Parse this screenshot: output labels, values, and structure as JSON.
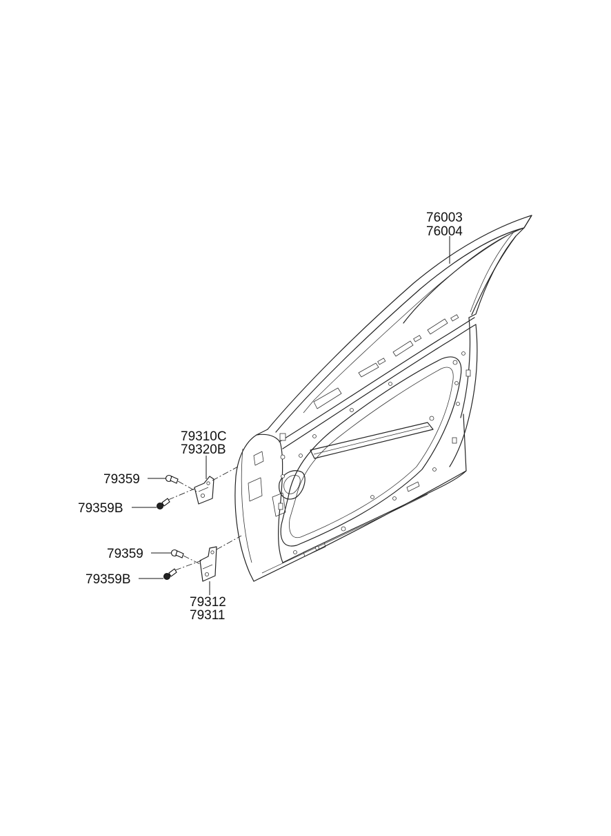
{
  "parts": {
    "door_panel": {
      "number_1": "76003",
      "number_2": "76004"
    },
    "upper_hinge": {
      "number_1": "79310C",
      "number_2": "79320B"
    },
    "lower_hinge": {
      "number_1": "79312",
      "number_2": "79311"
    },
    "upper_bolt_a": {
      "number": "79359"
    },
    "upper_bolt_b": {
      "number": "79359B"
    },
    "lower_bolt_a": {
      "number": "79359"
    },
    "lower_bolt_b": {
      "number": "79359B"
    }
  },
  "colors": {
    "line": "#222222",
    "background": "#ffffff"
  }
}
